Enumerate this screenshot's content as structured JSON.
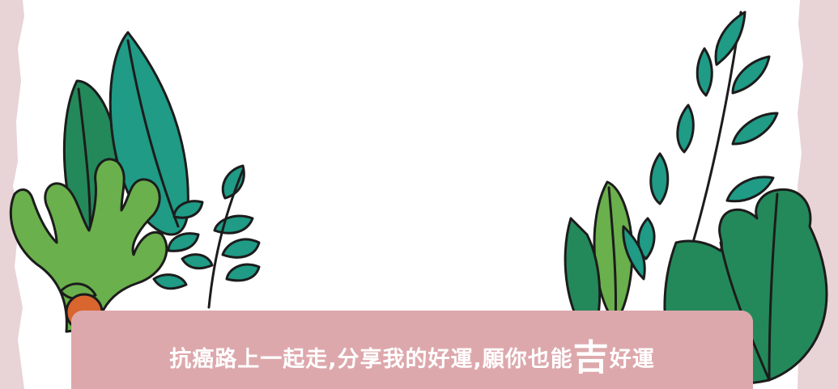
{
  "banner": {
    "text_before": "抗癌路上一起走,分享我的好運,願你也能",
    "highlight": "吉",
    "text_after": "好運"
  },
  "colors": {
    "background": "#e8d3d6",
    "paper": "#ffffff",
    "banner": "#dda8ac",
    "leaf_teal": "#1f9b86",
    "leaf_green": "#23895a",
    "leaf_lightgreen": "#6ab04c",
    "orange": "#d9662f",
    "outline": "#1c1c1c"
  },
  "icons": [
    "left-foliage-illustration",
    "right-foliage-illustration",
    "orange-fruit-icon"
  ]
}
